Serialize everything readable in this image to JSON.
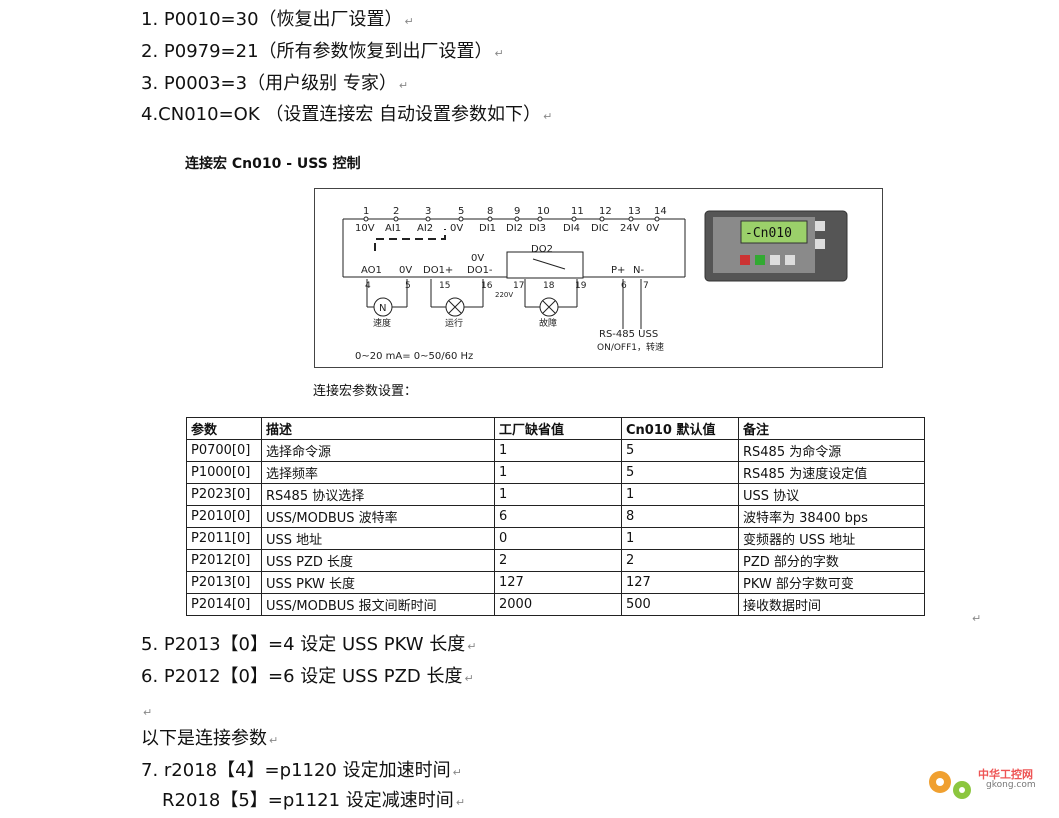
{
  "steps": [
    "1. P0010=30（恢复出厂设置）",
    "2. P0979=21（所有参数恢复到出厂设置）",
    "3. P0003=3（用户级别   专家）",
    "4.CN010=OK （设置连接宏 自动设置参数如下）"
  ],
  "para_mark": "↵",
  "figure": {
    "title": "连接宏 Cn010 - USS 控制",
    "terminals_top_numbers": [
      "1",
      "2",
      "3",
      "5",
      "8",
      "9",
      "10",
      "11",
      "12",
      "13",
      "14"
    ],
    "terminals_top_labels": [
      "10V",
      "AI1",
      "AI2",
      "0V",
      "DI1",
      "DI2",
      "DI3",
      "DI4",
      "DIC",
      "24V",
      "0V"
    ],
    "terminals_bottom_labels": [
      "AO1",
      "0V",
      "DO1+",
      "DO1-",
      "P+",
      "N-"
    ],
    "bottom_numbers": [
      "4",
      "5",
      "15",
      "16",
      "17",
      "18",
      "19",
      "6",
      "7"
    ],
    "do2_label": "DO2",
    "ov_label": "0V",
    "v220_label": "220V",
    "lamp_labels": [
      "速度",
      "运行",
      "故障"
    ],
    "motor_symbol": "N",
    "rs485_label": "RS-485 USS",
    "rs485_sub": "ON/OFF1，转速",
    "range_label": "0~20 mA= 0~50/60 Hz",
    "display_text": "-Cn010"
  },
  "caption": "连接宏参数设置：",
  "table": {
    "headers": [
      "参数",
      "描述",
      "工厂缺省值",
      "Cn010 默认值",
      "备注"
    ],
    "rows": [
      [
        "P0700[0]",
        "选择命令源",
        "1",
        "5",
        "RS485 为命令源"
      ],
      [
        "P1000[0]",
        "选择频率",
        "1",
        "5",
        "RS485 为速度设定值"
      ],
      [
        "P2023[0]",
        "RS485 协议选择",
        "1",
        "1",
        "USS 协议"
      ],
      [
        "P2010[0]",
        "USS/MODBUS 波特率",
        "6",
        "8",
        "波特率为 38400 bps"
      ],
      [
        "P2011[0]",
        "USS 地址",
        "0",
        "1",
        "变频器的 USS 地址"
      ],
      [
        "P2012[0]",
        "USS PZD 长度",
        "2",
        "2",
        "PZD 部分的字数"
      ],
      [
        "P2013[0]",
        "USS PKW 长度",
        "127",
        "127",
        "PKW 部分字数可变"
      ],
      [
        "P2014[0]",
        "USS/MODBUS 报文间断时间",
        "2000",
        "500",
        "接收数据时间"
      ]
    ]
  },
  "steps2": [
    "5. P2013【0】=4   设定 USS PKW 长度",
    "6. P2012【0】=6   设定 USS PZD 长度"
  ],
  "note": "以下是连接参数",
  "steps3": [
    "7. r2018【4】=p1120       设定加速时间",
    "R2018【5】=p1121       设定减速时间"
  ],
  "watermark": {
    "text": "中华工控网",
    "sub": "gkong.com"
  }
}
